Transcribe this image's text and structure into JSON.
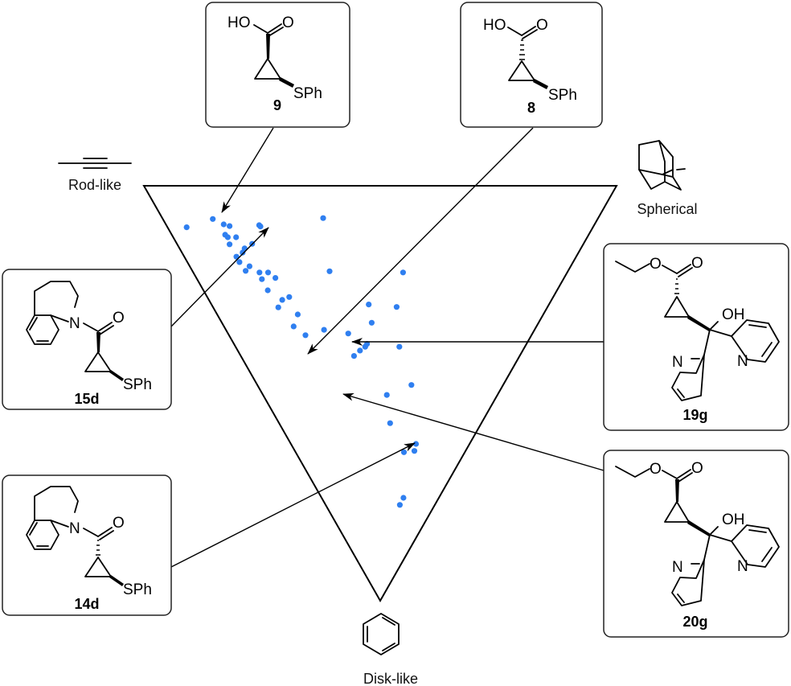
{
  "chart_data": {
    "type": "scatter",
    "subtype": "ternary-pmi-triangle",
    "title": "",
    "vertices": {
      "top_left": {
        "label": "Rod-like",
        "icon": "alkyne-rod-icon"
      },
      "top_right": {
        "label": "Spherical",
        "icon": "adamantane-icon"
      },
      "bottom": {
        "label": "Disk-like",
        "icon": "benzene-icon"
      }
    },
    "point_color": "#2f7ff0",
    "coordinate_note": "points given as barycentric-like fractions: u = position along Rod→Spherical edge (0..1), v = depth toward Disk-like vertex (0 = top edge, 1 = disk vertex)",
    "points": [
      {
        "u": 0.045,
        "v": 0.1
      },
      {
        "u": 0.115,
        "v": 0.08
      },
      {
        "u": 0.135,
        "v": 0.093
      },
      {
        "u": 0.147,
        "v": 0.097
      },
      {
        "u": 0.128,
        "v": 0.118
      },
      {
        "u": 0.132,
        "v": 0.124
      },
      {
        "u": 0.152,
        "v": 0.124
      },
      {
        "u": 0.129,
        "v": 0.141
      },
      {
        "u": 0.162,
        "v": 0.151
      },
      {
        "u": 0.153,
        "v": 0.161
      },
      {
        "u": 0.185,
        "v": 0.14
      },
      {
        "u": 0.217,
        "v": 0.095
      },
      {
        "u": 0.219,
        "v": 0.098
      },
      {
        "u": 0.133,
        "v": 0.171
      },
      {
        "u": 0.135,
        "v": 0.184
      },
      {
        "u": 0.157,
        "v": 0.194
      },
      {
        "u": 0.142,
        "v": 0.205
      },
      {
        "u": 0.177,
        "v": 0.209
      },
      {
        "u": 0.2,
        "v": 0.209
      },
      {
        "u": 0.177,
        "v": 0.225
      },
      {
        "u": 0.215,
        "v": 0.222
      },
      {
        "u": 0.182,
        "v": 0.252
      },
      {
        "u": 0.237,
        "v": 0.268
      },
      {
        "u": 0.214,
        "v": 0.275
      },
      {
        "u": 0.195,
        "v": 0.293
      },
      {
        "u": 0.247,
        "v": 0.31
      },
      {
        "u": 0.223,
        "v": 0.339
      },
      {
        "u": 0.253,
        "v": 0.36
      },
      {
        "u": 0.318,
        "v": 0.347
      },
      {
        "u": 0.369,
        "v": 0.078
      },
      {
        "u": 0.365,
        "v": 0.206
      },
      {
        "u": 0.561,
        "v": 0.209
      },
      {
        "u": 0.466,
        "v": 0.286
      },
      {
        "u": 0.549,
        "v": 0.292
      },
      {
        "u": 0.473,
        "v": 0.33
      },
      {
        "u": 0.395,
        "v": 0.356
      },
      {
        "u": 0.429,
        "v": 0.397
      },
      {
        "u": 0.448,
        "v": 0.388
      },
      {
        "u": 0.455,
        "v": 0.381
      },
      {
        "u": 0.566,
        "v": 0.388
      },
      {
        "u": 0.406,
        "v": 0.41
      },
      {
        "u": 0.627,
        "v": 0.48
      },
      {
        "u": 0.528,
        "v": 0.504
      },
      {
        "u": 0.549,
        "v": 0.572
      },
      {
        "u": 0.7,
        "v": 0.622
      },
      {
        "u": 0.7,
        "v": 0.639
      },
      {
        "u": 0.64,
        "v": 0.642
      },
      {
        "u": 0.698,
        "v": 0.752
      },
      {
        "u": 0.68,
        "v": 0.769
      }
    ],
    "annotations": [
      {
        "id": "9",
        "label": "9",
        "target_point_index": 2,
        "structure": "cyclopropane carboxylic acid, wedge CO2H, wedge SPh"
      },
      {
        "id": "8",
        "label": "8",
        "target_point_index": 40,
        "structure": "cyclopropane carboxylic acid, hashed CO2H, wedge SPh"
      },
      {
        "id": "15d",
        "label": "15d",
        "target_point_index": 11,
        "structure": "tetrahydroquinoline amide, wedge C=O, wedge SPh"
      },
      {
        "id": "14d",
        "label": "14d",
        "target_point_index": 45,
        "structure": "tetrahydroquinoline amide, hashed C=O, wedge SPh"
      },
      {
        "id": "19g",
        "label": "19g",
        "target_point_index": 38,
        "structure": "ethyl ester, hashed, di(2-pyridyl)carbinol"
      },
      {
        "id": "20g",
        "label": "20g",
        "target_point_index": 43,
        "structure": "ethyl ester, wedge, di(2-pyridyl)carbinol"
      }
    ],
    "atom_labels": {
      "ho": "HO",
      "o": "O",
      "oh": "OH",
      "sph": "SPh",
      "n": "N"
    },
    "grid": false,
    "legend": "none"
  }
}
